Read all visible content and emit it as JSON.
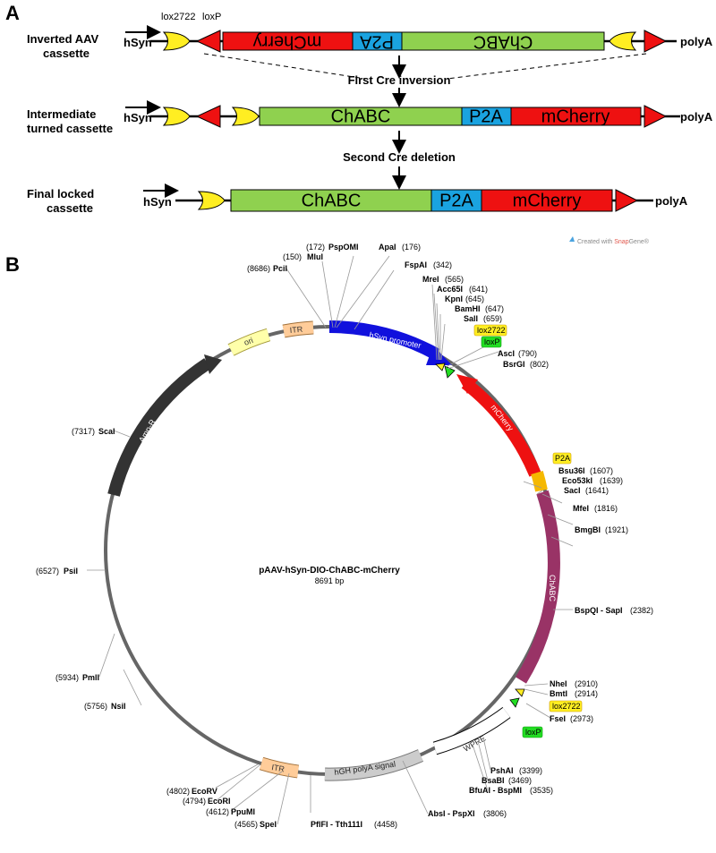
{
  "panel_a": {
    "label": "A",
    "rows": [
      {
        "label_line1": "Inverted AAV",
        "label_line2": "cassette",
        "promoter": "hSyn",
        "polya": "polyA",
        "seg1": "mCherry",
        "seg2": "P2A",
        "seg3": "ChABC",
        "top_lbl1": "lox2722",
        "top_lbl2": "loxP"
      },
      {
        "label_line1": "Intermediate",
        "label_line2": "turned cassette",
        "promoter": "hSyn",
        "polya": "polyA",
        "seg1": "ChABC",
        "seg2": "P2A",
        "seg3": "mCherry"
      },
      {
        "label_line1": "Final locked",
        "label_line2": "cassette",
        "promoter": "hSyn",
        "polya": "polyA",
        "seg1": "ChABC",
        "seg2": "P2A",
        "seg3": "mCherry"
      }
    ],
    "step1": "First Cre inversion",
    "step2": "Second Cre deletion",
    "credit_prefix": "Created with ",
    "credit_snap": "Snap",
    "credit_gene": "Gene®"
  },
  "panel_b": {
    "label": "B",
    "plasmid_name": "pAAV-hSyn-DIO-ChABC-mCherry",
    "plasmid_size": "8691 bp",
    "features": {
      "hsyn": "hSyn promoter",
      "mcherry": "mCherry",
      "chabc": "ChABC",
      "wpre": "WPRE",
      "hgh": "hGH polyA signal",
      "itr": "ITR",
      "ori": "ori",
      "ampr": "Amp-R",
      "p2a": "P2A",
      "lox2722": "lox2722",
      "loxp": "loxP"
    },
    "sites": [
      {
        "pos": "(8686)",
        "name": "PciI"
      },
      {
        "pos": "(150)",
        "name": "MluI"
      },
      {
        "pos": "(172)",
        "name": "PspOMI"
      },
      {
        "name": "ApaI",
        "pos": "(176)"
      },
      {
        "name": "FspAI",
        "pos": "(342)"
      },
      {
        "name": "MreI",
        "pos": "(565)"
      },
      {
        "name": "Acc65I",
        "pos": "(641)"
      },
      {
        "name": "KpnI",
        "pos": "(645)"
      },
      {
        "name": "BamHI",
        "pos": "(647)"
      },
      {
        "name": "SalI",
        "pos": "(659)"
      },
      {
        "name": "AscI",
        "pos": "(790)"
      },
      {
        "name": "BsrGI",
        "pos": "(802)"
      },
      {
        "name": "Bsu36I",
        "pos": "(1607)"
      },
      {
        "name": "Eco53kI",
        "pos": "(1639)"
      },
      {
        "name": "SacI",
        "pos": "(1641)"
      },
      {
        "name": "MfeI",
        "pos": "(1816)"
      },
      {
        "name": "BmgBI",
        "pos": "(1921)"
      },
      {
        "name": "BspQI - SapI",
        "pos": "(2382)"
      },
      {
        "name": "NheI",
        "pos": "(2910)"
      },
      {
        "name": "BmtI",
        "pos": "(2914)"
      },
      {
        "name": "FseI",
        "pos": "(2973)"
      },
      {
        "name": "PshAI",
        "pos": "(3399)"
      },
      {
        "name": "BsaBI",
        "pos": "(3469)"
      },
      {
        "name": "BfuAI - BspMI",
        "pos": "(3535)"
      },
      {
        "name": "AbsI - PspXI",
        "pos": "(3806)"
      },
      {
        "name": "PflFI - Tth111I",
        "pos": "(4458)"
      },
      {
        "pos": "(4565)",
        "name": "SpeI"
      },
      {
        "pos": "(4612)",
        "name": "PpuMI"
      },
      {
        "pos": "(4794)",
        "name": "EcoRI"
      },
      {
        "pos": "(4802)",
        "name": "EcoRV"
      },
      {
        "pos": "(5756)",
        "name": "NsiI"
      },
      {
        "pos": "(5934)",
        "name": "PmlI"
      },
      {
        "pos": "(6527)",
        "name": "PsiI"
      },
      {
        "pos": "(7317)",
        "name": "ScaI"
      }
    ]
  },
  "colors": {
    "mcherry": "#ee1111",
    "p2a_box": "#1aa3e0",
    "chabc_box": "#8fd14f",
    "lox_yellow": "#ffee22",
    "loxp_green": "#22dd22",
    "hsyn_blue": "#1111dd",
    "chabc_ring": "#993366",
    "itr": "#ffcc99",
    "ori": "#ffffaa",
    "ampr": "#333333",
    "p2a_ring": "#f5b800",
    "backbone": "#666666"
  }
}
